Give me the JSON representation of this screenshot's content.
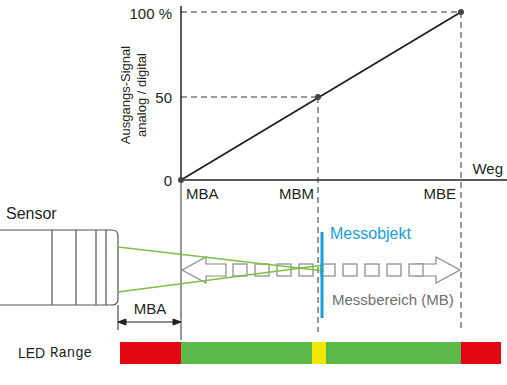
{
  "diagram": {
    "labels": [
      "100 %",
      "50",
      "0",
      "Ausgangs-Signal analog / digital",
      "Weg",
      "MBA",
      "MBM",
      "MBE",
      "Sensor",
      "Messobjekt",
      "Messbereich (MB)",
      "MBA",
      "LED",
      "Range"
    ]
  }
}
